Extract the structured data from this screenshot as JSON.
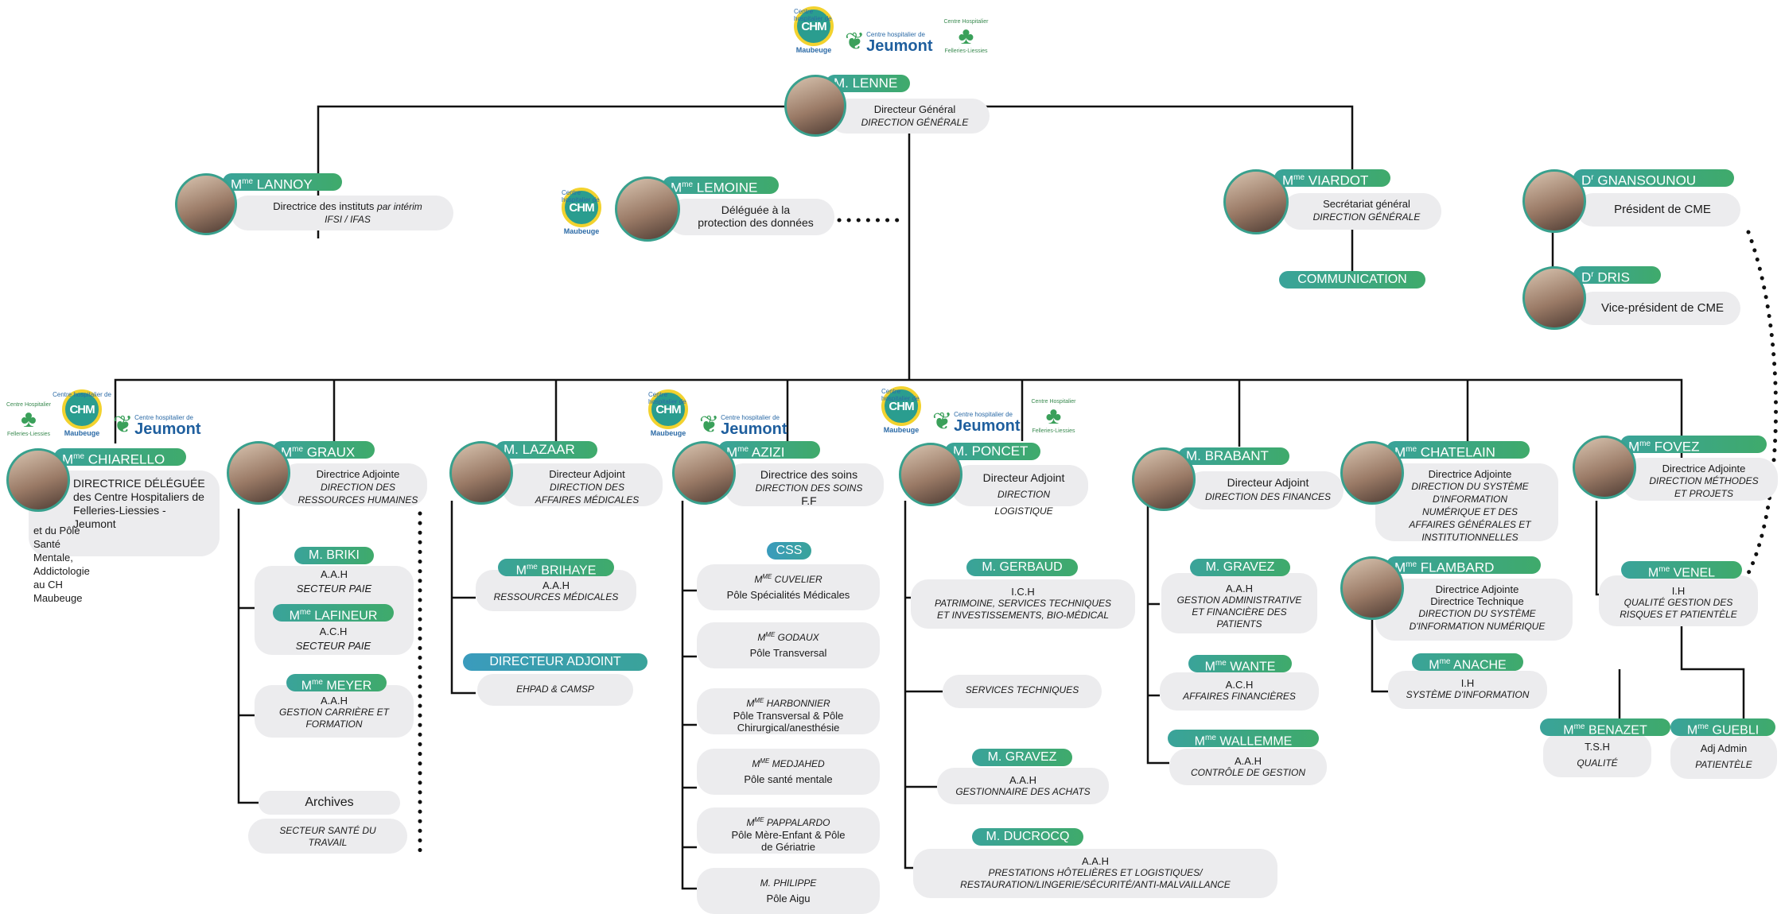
{
  "logos": {
    "chm_mark": "CHM",
    "maubeuge_sub": "Centre hospitalier de",
    "maubeuge": "Maubeuge",
    "jeumont_sub": "Centre hospitalier de",
    "jeumont": "Jeumont",
    "felleries_top": "Centre Hospitalier",
    "felleries_bottom": "Felleries-Liessies"
  },
  "people": {
    "lenne": {
      "name": "M. LENNE",
      "role": "Directeur Général",
      "dept": "DIRECTION GÉNÉRALE"
    },
    "lannoy": {
      "prefix": "M",
      "sup": "me",
      "name": " LANNOY",
      "role": "Directrice des instituts",
      "role_i": "par intérim",
      "dept": "IFSI / IFAS"
    },
    "lemoine": {
      "prefix": "M",
      "sup": "me",
      "name": " LEMOINE",
      "role": "Déléguée à la",
      "role2": "protection des données"
    },
    "viardot": {
      "prefix": "M",
      "sup": "me",
      "name": " VIARDOT",
      "role": "Secrétariat général",
      "dept": "DIRECTION GÉNÉRALE"
    },
    "gnansounou": {
      "prefix": "D",
      "sup": "r",
      "name": " GNANSOUNOU",
      "role": "Président de CME"
    },
    "dris": {
      "prefix": "D",
      "sup": "r",
      "name": " DRIS",
      "role": "Vice-président de CME"
    },
    "chiarello": {
      "prefix": "M",
      "sup": "me",
      "name": " CHIARELLO",
      "l1": "DIRECTRICE DÉLÉGUÉE",
      "l2": "des Centre Hospitaliers de",
      "l3": "Felleries-Liessies - Jeumont",
      "l4": "et du Pôle Santé Mentale,",
      "l5": "Addictologie au CH Maubeuge"
    },
    "graux": {
      "prefix": "M",
      "sup": "me",
      "name": " GRAUX",
      "role": "Directrice Adjointe",
      "d1": "DIRECTION DES",
      "d2": "RESSOURCES HUMAINES"
    },
    "lazaar": {
      "name": "M. LAZAAR",
      "role": "Directeur Adjoint",
      "d1": "DIRECTION DES",
      "d2": "AFFAIRES MÉDICALES"
    },
    "azizi": {
      "prefix": "M",
      "sup": "me",
      "name": " AZIZI",
      "role": "Directrice des soins",
      "d1": "DIRECTION DES SOINS",
      "d2": "F.F"
    },
    "poncet": {
      "name": "M. PONCET",
      "role": "Directeur Adjoint",
      "d1": "DIRECTION LOGISTIQUE"
    },
    "brabant": {
      "name": "M. BRABANT",
      "role": "Directeur Adjoint",
      "d1": "DIRECTION DES FINANCES"
    },
    "chatelain": {
      "prefix": "M",
      "sup": "me",
      "name": " CHATELAIN",
      "role": "Directrice Adjointe",
      "d1": "DIRECTION DU SYSTÈME",
      "d2": "D'INFORMATION",
      "d3": "NUMÉRIQUE ET DES",
      "d4": "AFFAIRES GÉNÉRALES ET",
      "d5": "INSTITUTIONNELLES"
    },
    "flambard": {
      "prefix": "M",
      "sup": "me",
      "name": " FLAMBARD",
      "role": "Directrice Adjointe",
      "role2": "Directrice Technique",
      "d1": "DIRECTION DU SYSTÈME",
      "d2": "D'INFORMATION NUMÉRIQUE"
    },
    "fovez": {
      "prefix": "M",
      "sup": "me",
      "name": " FOVEZ",
      "role": "Directrice Adjointe",
      "d1": "DIRECTION MÉTHODES",
      "d2": "ET PROJETS"
    }
  },
  "communication": "COMMUNICATION",
  "graux_team": {
    "briki": {
      "name": "M. BRIKI",
      "grade": "A.A.H",
      "sector": "SECTEUR PAIE"
    },
    "lafineur": {
      "prefix": "M",
      "sup": "me",
      "name": " LAFINEUR",
      "grade": "A.C.H",
      "sector": "SECTEUR PAIE"
    },
    "meyer": {
      "prefix": "M",
      "sup": "me",
      "name": " MEYER",
      "grade": "A.A.H",
      "s1": "GESTION CARRIÈRE ET",
      "s2": "FORMATION"
    },
    "archives": "Archives",
    "sante": {
      "s1": "SECTEUR SANTÉ DU",
      "s2": "TRAVAIL"
    }
  },
  "lazaar_team": {
    "brihaye": {
      "prefix": "M",
      "sup": "me",
      "name": " BRIHAYE",
      "grade": "A.A.H",
      "sector": "RESSOURCES MÉDICALES"
    },
    "dir_adj": {
      "name": "DIRECTEUR ADJOINT",
      "sector": "EHPAD & CAMSP"
    }
  },
  "azizi_team": {
    "css": "CSS",
    "poles": [
      {
        "p": "M",
        "sup": "ME",
        "n": " CUVELIER",
        "l1": "Pôle Spécialités Médicales",
        "l2": ""
      },
      {
        "p": "M",
        "sup": "ME",
        "n": " GODAUX",
        "l1": "Pôle Transversal",
        "l2": ""
      },
      {
        "p": "M",
        "sup": "ME",
        "n": " HARBONNIER",
        "l1": "Pôle Transversal & Pôle",
        "l2": "Chirurgical/anesthésie"
      },
      {
        "p": "M",
        "sup": "ME",
        "n": " MEDJAHED",
        "l1": "Pôle santé mentale",
        "l2": ""
      },
      {
        "p": "M",
        "sup": "ME",
        "n": " PAPPALARDO",
        "l1": "Pôle Mère-Enfant & Pôle",
        "l2": "de Gériatrie"
      },
      {
        "p": "M. PHILIPPE",
        "sup": "",
        "n": "",
        "l1": "Pôle Aigu",
        "l2": ""
      }
    ]
  },
  "poncet_team": {
    "gerbaud": {
      "name": "M. GERBAUD",
      "grade": "I.C.H",
      "s1": "PATRIMOINE, SERVICES TECHNIQUES",
      "s2": "ET INVESTISSEMENTS, BIO-MÉDICAL"
    },
    "services": "SERVICES TECHNIQUES",
    "gravez": {
      "name": "M. GRAVEZ",
      "grade": "A.A.H",
      "s1": "GESTIONNAIRE DES ACHATS"
    },
    "ducrocq": {
      "name": "M. DUCROCQ",
      "grade": "A.A.H",
      "s1": "PRESTATIONS HÔTELIÈRES ET LOGISTIQUES/",
      "s2": "RESTAURATION/LINGERIE/SÉCURITÉ/ANTI-MALVAILLANCE"
    }
  },
  "brabant_team": {
    "gravez": {
      "name": "M. GRAVEZ",
      "grade": "A.A.H",
      "s1": "GESTION ADMINISTRATIVE",
      "s2": "ET FINANCIÈRE DES",
      "s3": "PATIENTS"
    },
    "wante": {
      "prefix": "M",
      "sup": "me",
      "name": " WANTE",
      "grade": "A.C.H",
      "s1": "AFFAIRES FINANCIÈRES"
    },
    "wallemme": {
      "prefix": "M",
      "sup": "me",
      "name": " WALLEMME",
      "grade": "A.A.H",
      "s1": "CONTRÔLE DE GESTION"
    }
  },
  "flambard_team": {
    "anache": {
      "prefix": "M",
      "sup": "me",
      "name": " ANACHE",
      "grade": "I.H",
      "s1": "SYSTÈME D'INFORMATION"
    }
  },
  "fovez_team": {
    "venel": {
      "prefix": "M",
      "sup": "me",
      "name": " VENEL",
      "grade": "I.H",
      "s1": "QUALITÉ GESTION DES",
      "s2": "RISQUES ET PATIENTÈLE"
    },
    "benazet": {
      "prefix": "M",
      "sup": "me",
      "name": " BENAZET",
      "grade": "T.S.H",
      "s1": "QUALITÉ"
    },
    "guebli": {
      "prefix": "M",
      "sup": "me",
      "name": " GUEBLI",
      "grade": "Adj Admin",
      "s1": "PATIENTÈLE"
    }
  }
}
